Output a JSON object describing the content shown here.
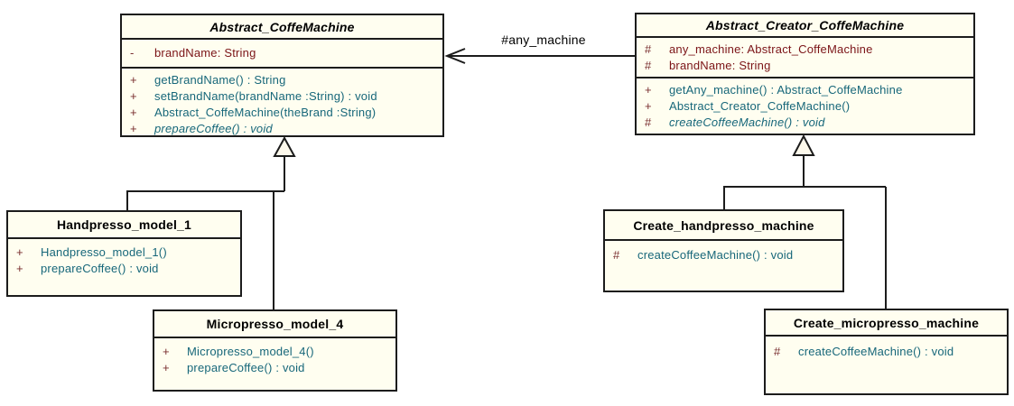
{
  "colors": {
    "background": "#ffffff",
    "box_fill": "#fffef0",
    "border": "#1c1c1c",
    "title_text": "#000000",
    "attribute_text": "#7b1417",
    "method_text": "#17677a",
    "visibility_symbol": "#7a2f2f"
  },
  "association": {
    "label": "#any_machine"
  },
  "classes": [
    {
      "name": "Abstract_CoffeMachine",
      "stereotype": "abstract",
      "attributes": [
        {
          "visibility": "-",
          "text": "brandName: String"
        }
      ],
      "methods": [
        {
          "visibility": "+",
          "text": "getBrandName() : String"
        },
        {
          "visibility": "+",
          "text": "setBrandName(brandName :String) : void"
        },
        {
          "visibility": "+",
          "text": "Abstract_CoffeMachine(theBrand :String)"
        },
        {
          "visibility": "+",
          "text": "prepareCoffee() : void",
          "abstract": true
        }
      ]
    },
    {
      "name": "Abstract_Creator_CoffeMachine",
      "stereotype": "abstract",
      "attributes": [
        {
          "visibility": "#",
          "text": "any_machine: Abstract_CoffeMachine"
        },
        {
          "visibility": "#",
          "text": "brandName: String"
        }
      ],
      "methods": [
        {
          "visibility": "+",
          "text": "getAny_machine() : Abstract_CoffeMachine"
        },
        {
          "visibility": "+",
          "text": "Abstract_Creator_CoffeMachine()"
        },
        {
          "visibility": "#",
          "text": "createCoffeeMachine() : void",
          "abstract": true
        }
      ]
    },
    {
      "name": "Handpresso_model_1",
      "methods": [
        {
          "visibility": "+",
          "text": "Handpresso_model_1()"
        },
        {
          "visibility": "+",
          "text": "prepareCoffee() : void"
        }
      ]
    },
    {
      "name": "Micropresso_model_4",
      "methods": [
        {
          "visibility": "+",
          "text": "Micropresso_model_4()"
        },
        {
          "visibility": "+",
          "text": "prepareCoffee() : void"
        }
      ]
    },
    {
      "name": "Create_handpresso_machine",
      "methods": [
        {
          "visibility": "#",
          "text": "createCoffeeMachine() : void"
        }
      ]
    },
    {
      "name": "Create_micropresso_machine",
      "methods": [
        {
          "visibility": "#",
          "text": "createCoffeeMachine() : void"
        }
      ]
    }
  ]
}
